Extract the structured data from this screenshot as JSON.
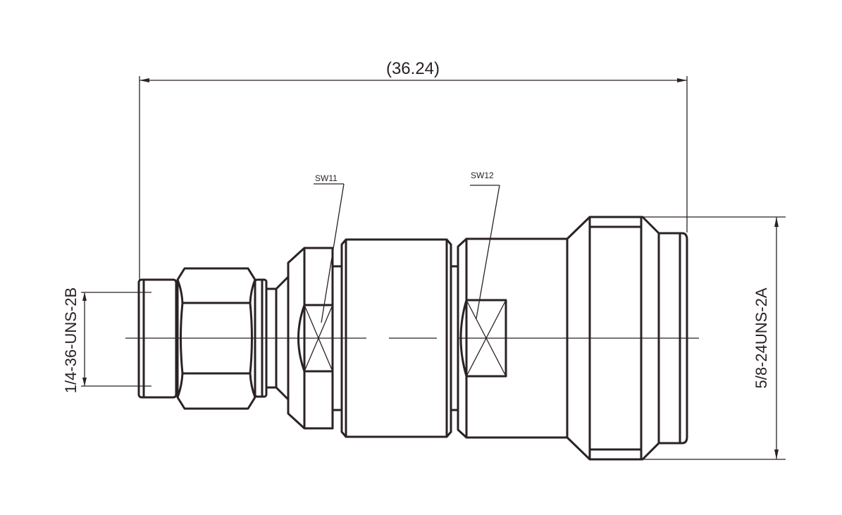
{
  "drawing": {
    "overall_length": "(36.24)",
    "left_thread": "1/4-36-UNS-2B",
    "right_thread": "5/8-24UNS-2A",
    "wrench_flat_1": "SW11",
    "wrench_flat_2": "SW12"
  },
  "colors": {
    "line": "#2a2223",
    "background": "#ffffff"
  }
}
